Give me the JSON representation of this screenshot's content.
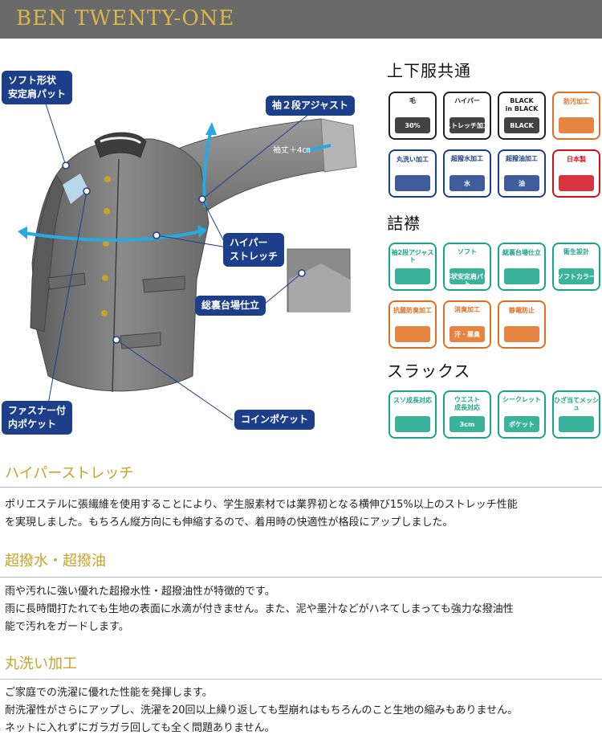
{
  "header": {
    "brand": "BEN TWENTY-ONE"
  },
  "diagram": {
    "callouts": {
      "shoulder_pad": [
        "ソフト形状",
        "安定肩パット"
      ],
      "sleeve_adjust": "袖２段アジャスト",
      "hyper_stretch": [
        "ハイパー",
        "ストレッチ"
      ],
      "lining": "総裏台場仕立",
      "zip_pocket": [
        "ファスナー付",
        "内ポケット"
      ],
      "coin_pocket": "コインポケット"
    },
    "sleeve_note": "袖丈＋4㎝"
  },
  "sections": {
    "common": {
      "title": "上下服共通",
      "icons": [
        {
          "name": "wool",
          "lines": [
            "毛",
            "30%"
          ],
          "color": "#222222"
        },
        {
          "name": "hyper-stretch",
          "lines": [
            "ハイパー",
            "ストレッチ加工"
          ],
          "color": "#222222"
        },
        {
          "name": "black",
          "lines": [
            "BLACK",
            "in BLACK",
            "BLACK"
          ],
          "color": "#222222"
        },
        {
          "name": "stain-proof",
          "lines": [
            "防汚加工"
          ],
          "color": "#e07020"
        },
        {
          "name": "washable",
          "lines": [
            "丸洗い加工"
          ],
          "color": "#1d3f8a"
        },
        {
          "name": "water-repellent",
          "lines": [
            "超撥水加工",
            "水"
          ],
          "color": "#1d3f8a"
        },
        {
          "name": "oil-repellent",
          "lines": [
            "超撥油加工",
            "油"
          ],
          "color": "#1d3f8a"
        },
        {
          "name": "made-in-japan",
          "lines": [
            "日本製"
          ],
          "color": "#d01020"
        }
      ]
    },
    "collar": {
      "title": "詰襟",
      "icons": [
        {
          "name": "sleeve-adjust",
          "lines": [
            "袖2段アジャスト"
          ],
          "color": "#1aa58a"
        },
        {
          "name": "soft-shoulder",
          "lines": [
            "ソフト",
            "形状安定肩パット"
          ],
          "color": "#1aa58a"
        },
        {
          "name": "full-lining",
          "lines": [
            "総裏台場仕立"
          ],
          "color": "#1aa58a"
        },
        {
          "name": "hygienic-collar",
          "lines": [
            "衛生設計",
            "ソフトカラー"
          ],
          "color": "#1aa58a"
        },
        {
          "name": "antibacterial",
          "lines": [
            "抗菌防臭加工"
          ],
          "color": "#e07020"
        },
        {
          "name": "deodorant",
          "lines": [
            "消臭加工",
            "汗・悪臭"
          ],
          "color": "#e07020"
        },
        {
          "name": "antistatic",
          "lines": [
            "静電防止"
          ],
          "color": "#e07020"
        }
      ]
    },
    "slacks": {
      "title": "スラックス",
      "icons": [
        {
          "name": "hem-extension",
          "lines": [
            "スソ成長対応"
          ],
          "color": "#1aa58a"
        },
        {
          "name": "waist-extension",
          "lines": [
            "ウエスト",
            "成長対応",
            "3cm"
          ],
          "color": "#1aa58a"
        },
        {
          "name": "secret-pocket",
          "lines": [
            "シークレット",
            "ポケット"
          ],
          "color": "#1aa58a"
        },
        {
          "name": "knee-mesh",
          "lines": [
            "ひざ当てメッシュ"
          ],
          "color": "#1aa58a"
        }
      ]
    }
  },
  "features": [
    {
      "heading": "ハイパーストレッチ",
      "lines": [
        "ポリエステルに張繊維を使用することにより、学生服素材では業界初となる横伸び15%以上のストレッチ性能",
        "を実現しました。もちろん縦方向にも伸縮するので、着用時の快適性が格段にアップしました。"
      ]
    },
    {
      "heading": "超撥水・超撥油",
      "lines": [
        "雨や汚れに強い優れた超撥水性・超撥油性が特徴的です。",
        "雨に長時間打たれても生地の表面に水滴が付きません。また、泥や墨汁などがハネてしまっても強力な撥油性",
        "能で汚れをガードします。"
      ]
    },
    {
      "heading": "丸洗い加工",
      "lines": [
        "ご家庭での洗濯に優れた性能を発揮します。",
        "耐洗濯性がさらにアップし、洗濯を20回以上繰り返しても型崩れはもちろんのこと生地の縮みもありません。",
        "ネットに入れずにガラガラ回しても全く問題ありません。"
      ]
    }
  ]
}
